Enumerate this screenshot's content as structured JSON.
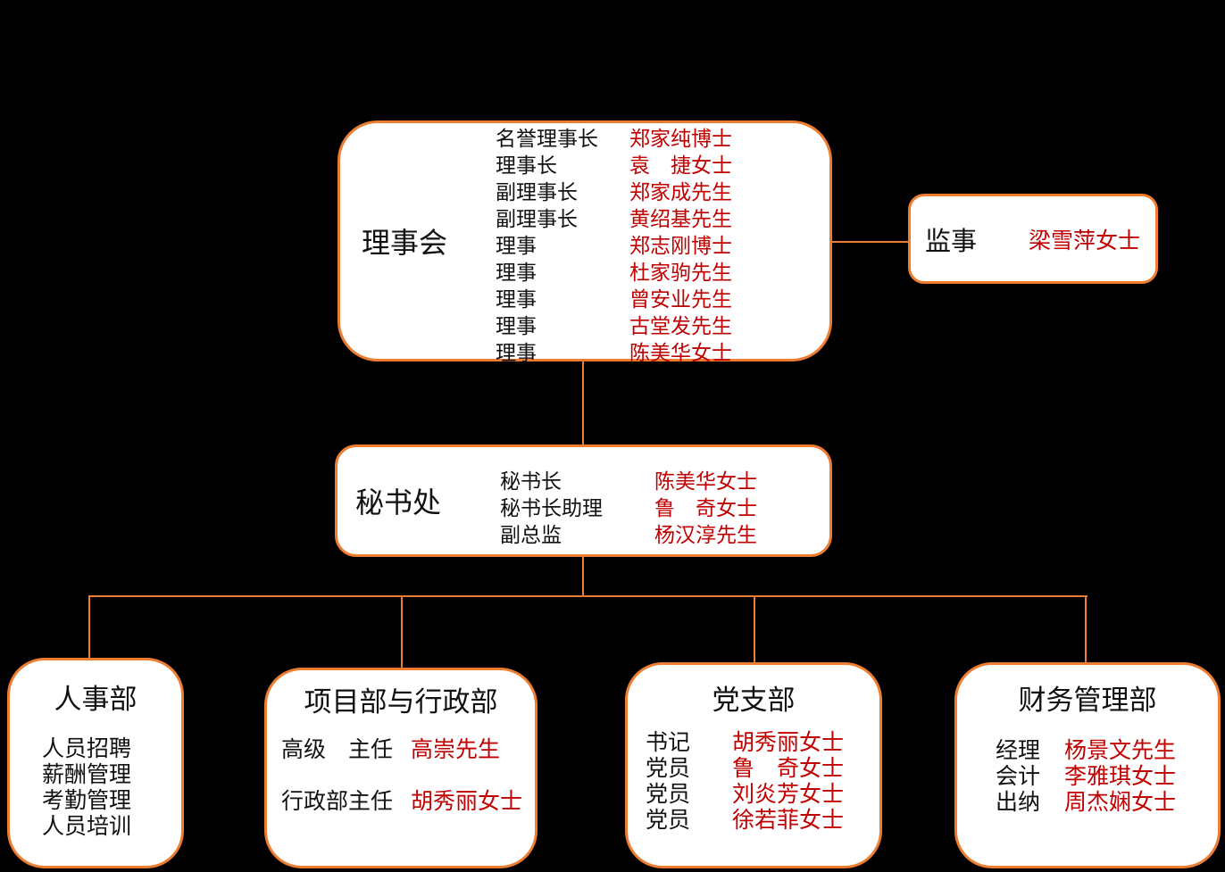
{
  "colors": {
    "background": "#000000",
    "box_background": "#FFFFFF",
    "border_orange": "#ED7D31",
    "label_black": "#111111",
    "name_red": "#C00000"
  },
  "board": {
    "title": "理事会",
    "rows": [
      {
        "label": "名誉理事长",
        "name": "郑家纯博士"
      },
      {
        "label": "理事长",
        "name": "袁　捷女士"
      },
      {
        "label": "副理事长",
        "name": "郑家成先生"
      },
      {
        "label": "副理事长",
        "name": "黄绍基先生"
      },
      {
        "label": "理事",
        "name": "郑志刚博士"
      },
      {
        "label": "理事",
        "name": "杜家驹先生"
      },
      {
        "label": "理事",
        "name": "曾安业先生"
      },
      {
        "label": "理事",
        "name": "古堂发先生"
      },
      {
        "label": "理事",
        "name": "陈美华女士"
      }
    ]
  },
  "supervisor": {
    "title": "监事",
    "name": "梁雪萍女士"
  },
  "secretariat": {
    "title": "秘书处",
    "rows": [
      {
        "label": "秘书长",
        "name": "陈美华女士"
      },
      {
        "label": "秘书长助理",
        "name": "鲁　奇女士"
      },
      {
        "label": "副总监",
        "name": "杨汉淳先生"
      }
    ]
  },
  "departments": {
    "hr": {
      "title": "人事部",
      "items": [
        "人员招聘",
        "薪酬管理",
        "考勤管理",
        "人员培训"
      ]
    },
    "project_admin": {
      "title": "项目部与行政部",
      "rows": [
        {
          "label": "高级　主任",
          "name": "高崇先生"
        },
        {
          "label": "行政部主任",
          "name": "胡秀丽女士"
        }
      ]
    },
    "party": {
      "title": "党支部",
      "rows": [
        {
          "label": "书记",
          "name": "胡秀丽女士"
        },
        {
          "label": "党员",
          "name": "鲁　奇女士"
        },
        {
          "label": "党员",
          "name": "刘炎芳女士"
        },
        {
          "label": "党员",
          "name": "徐若菲女士"
        }
      ]
    },
    "finance": {
      "title": "财务管理部",
      "rows": [
        {
          "label": "经理",
          "name": "杨景文先生"
        },
        {
          "label": "会计",
          "name": "李雅琪女士"
        },
        {
          "label": "出纳",
          "name": "周杰娴女士"
        }
      ]
    }
  }
}
